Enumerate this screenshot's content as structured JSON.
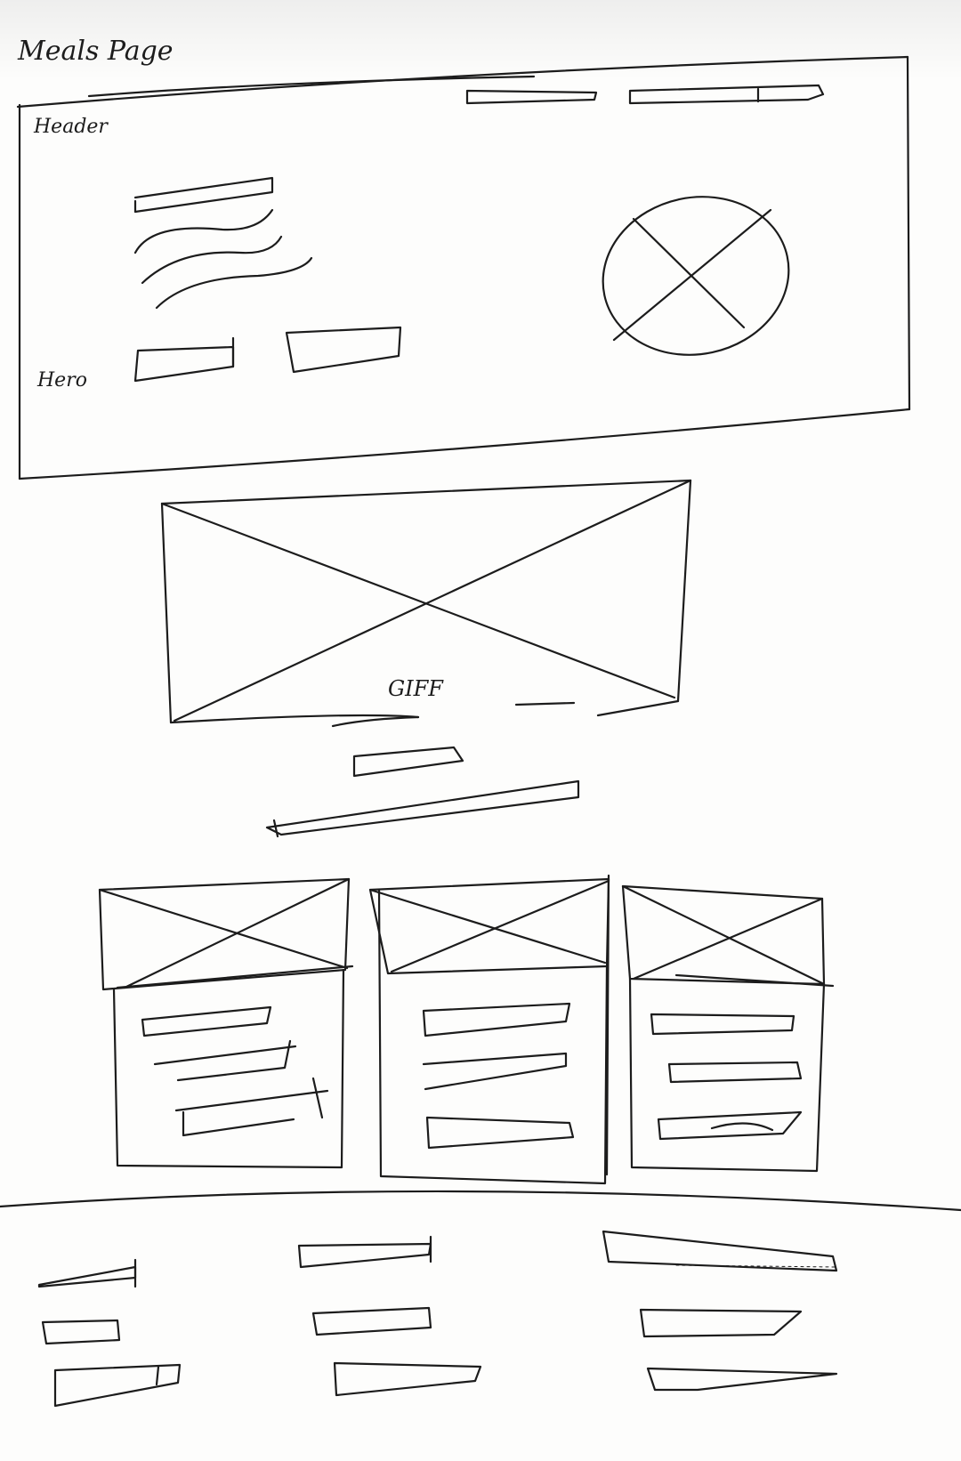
{
  "labels": {
    "page_title": "Meals Page",
    "header": "Header",
    "hero": "Hero",
    "image_caption": "GIFF"
  },
  "colors": {
    "ink": "#1c1c1c",
    "paper": "#fdfdfc"
  },
  "sections": {
    "nav_links": 2,
    "hero_text_lines": 4,
    "hero_buttons": 2,
    "cards": 3,
    "card_text_lines": 3,
    "footer_columns": 3,
    "footer_lines_per_column": 3
  }
}
